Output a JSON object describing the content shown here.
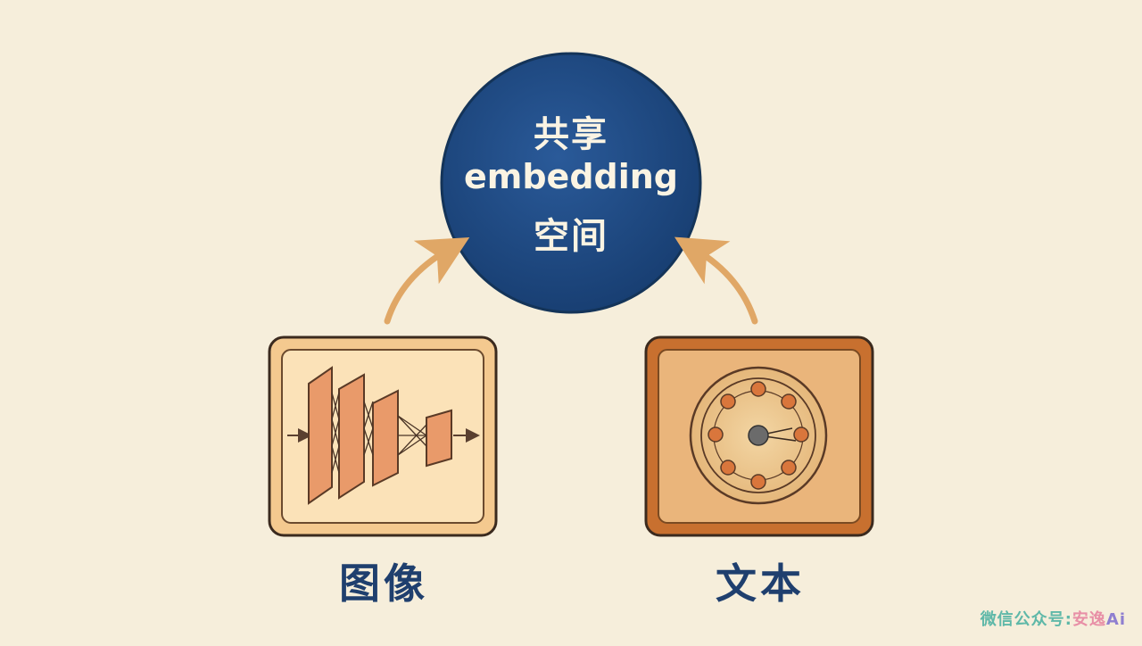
{
  "hub": {
    "line1": "共享",
    "line2": "embedding",
    "line3": "空间",
    "color": "#1f4a85"
  },
  "nodes": {
    "image_label": "图像",
    "text_label": "文本"
  },
  "watermark": {
    "part1": "微信公众号",
    "sep": ":",
    "part2": "安逸",
    "part3": "Ai"
  },
  "colors": {
    "background": "#f6eedb",
    "arrow": "#e0a766",
    "label": "#1f3f6e",
    "image_frame": "#f4c98f",
    "text_frame": "#c8702f",
    "layer": "#e99a6a"
  }
}
